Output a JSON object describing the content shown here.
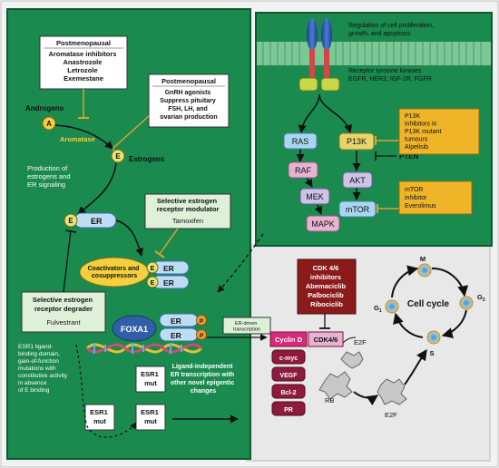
{
  "colors": {
    "green_panel": "#1a8a4e",
    "green_border": "#0d5a32",
    "gray_panel": "#e6e6e6",
    "membrane": "#6cc08a",
    "yellow": "#f4d03f",
    "orange_box": "#f0b429",
    "blue_box": "#a9d6ef",
    "pink_box": "#e6b3d0",
    "lavender_box": "#cdc3e6",
    "dark_red": "#8b1a1a",
    "maroon": "#8e1b3e",
    "inhibit_orange": "#e0a030"
  },
  "left_panel": {
    "postmenopausal_box_1": {
      "heading": "Postmenopausal",
      "lines": [
        "Aromatase inhibitors",
        "Anastrozole",
        "Letrozole",
        "Exemestane"
      ]
    },
    "postmenopausal_box_2": {
      "heading": "Postmenopausal",
      "lines": [
        "GnRH agonists",
        "Suppress pituitary",
        "FSH, LH, and",
        "ovarian production"
      ]
    },
    "androgens_label": "Androgens",
    "androgen_node": "A",
    "aromatase_label": "Aromatase",
    "estrogen_node": "E",
    "estrogens_label": "Estrogens",
    "production_text": [
      "Production of",
      "estrogens and",
      "ER signaling"
    ],
    "e_er_node": "E",
    "er_label": "ER",
    "serm_box": {
      "heading": [
        "Selective estrogen",
        "receptor modulator"
      ],
      "drug": "Tamoxifen"
    },
    "coactivators_label": [
      "Coactivators and",
      "cosuppressors"
    ],
    "serd_box": {
      "heading": [
        "Selective estrogen",
        "receptor degrader"
      ],
      "drug": "Fulvestrant"
    },
    "esr1_text": [
      "ESR1 ligand-",
      "binding domain,",
      "gain-of-function",
      "mutations with",
      "constitutive activity",
      "in absence",
      "of E binding"
    ],
    "esr1_mut_label": [
      "ESR1",
      "mut"
    ],
    "foxa1_label": "FOXA1",
    "p_label": "P",
    "er_driven_label": [
      "ER-driven",
      "transcription"
    ],
    "ligand_independent_text": [
      "Ligand-independent",
      "ER transcription with",
      "other novel epigentic",
      "changes"
    ]
  },
  "right_top_panel": {
    "regulation_text": [
      "Regulation of cell proliferation,",
      "growth, and apoptosis"
    ],
    "rtk_text": [
      "Receptor tyrosine kinases",
      "EGFR, HER2, IGF-1R, FGFR"
    ],
    "ras": "RAS",
    "raf": "RAF",
    "mek": "MEK",
    "mapk": "MAPK",
    "p13k": "P13K",
    "pten": "PTEN",
    "akt": "AKT",
    "mtor": "mTOR",
    "p13k_inhibitor_box": [
      "P13K",
      "inhibitors in",
      "P13K mutant",
      "tumours",
      "Alpelisib"
    ],
    "mtor_inhibitor_box": [
      "mTOR",
      "inhibitor",
      "Everolimus"
    ]
  },
  "right_bottom_panel": {
    "cdk_inhibitor_box": [
      "CDK 4/6",
      "inhibitors",
      "Abemaciclib",
      "Palbociclib",
      "Ribociclib"
    ],
    "cyclin_d": "Cyclin D",
    "cdk46": "CDK4/6",
    "targets": [
      "c-myc",
      "VEGF",
      "Bcl-2",
      "PR"
    ],
    "e2f_1": "E2F",
    "rb": "RB",
    "e2f_2": "E2F",
    "cell_cycle_title": "Cell cycle",
    "phase_m": "M",
    "phase_g1": "G",
    "phase_g1_sub": "1",
    "phase_s": "S",
    "phase_g2": "G",
    "phase_g2_sub": "2"
  }
}
